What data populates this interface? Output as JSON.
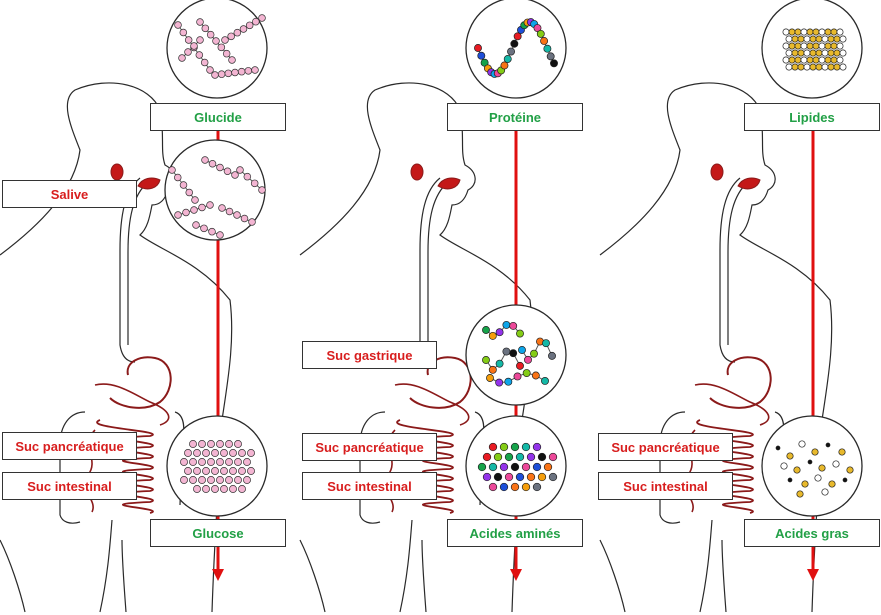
{
  "colors": {
    "arrow": "#e01010",
    "organ": "#8b1a1a",
    "outline": "#2a2a2a",
    "product_text": "#22a046",
    "secretion_text": "#d81e1e",
    "glucose_bead": "#f3b5d2",
    "lipid_yellow": "#e8b92c"
  },
  "panels": [
    {
      "nutrient": "Glucide",
      "product": "Glucose",
      "secretions": [
        "Salive",
        "Suc pancréatique",
        "Suc intestinal"
      ],
      "molecule_icons": [
        "glucose-chain-icon",
        "glucose-fragments-icon",
        "glucose-units-icon"
      ]
    },
    {
      "nutrient": "Protéine",
      "product": "Acides aminés",
      "secretions": [
        "Suc gastrique",
        "Suc pancréatique",
        "Suc intestinal"
      ],
      "molecule_icons": [
        "protein-chain-icon",
        "peptide-fragments-icon",
        "amino-acids-icon"
      ]
    },
    {
      "nutrient": "Lipides",
      "product": "Acides gras",
      "secretions": [
        "Suc pancréatique",
        "Suc intestinal"
      ],
      "molecule_icons": [
        "lipid-droplet-icon",
        "fatty-acids-icon"
      ]
    }
  ]
}
